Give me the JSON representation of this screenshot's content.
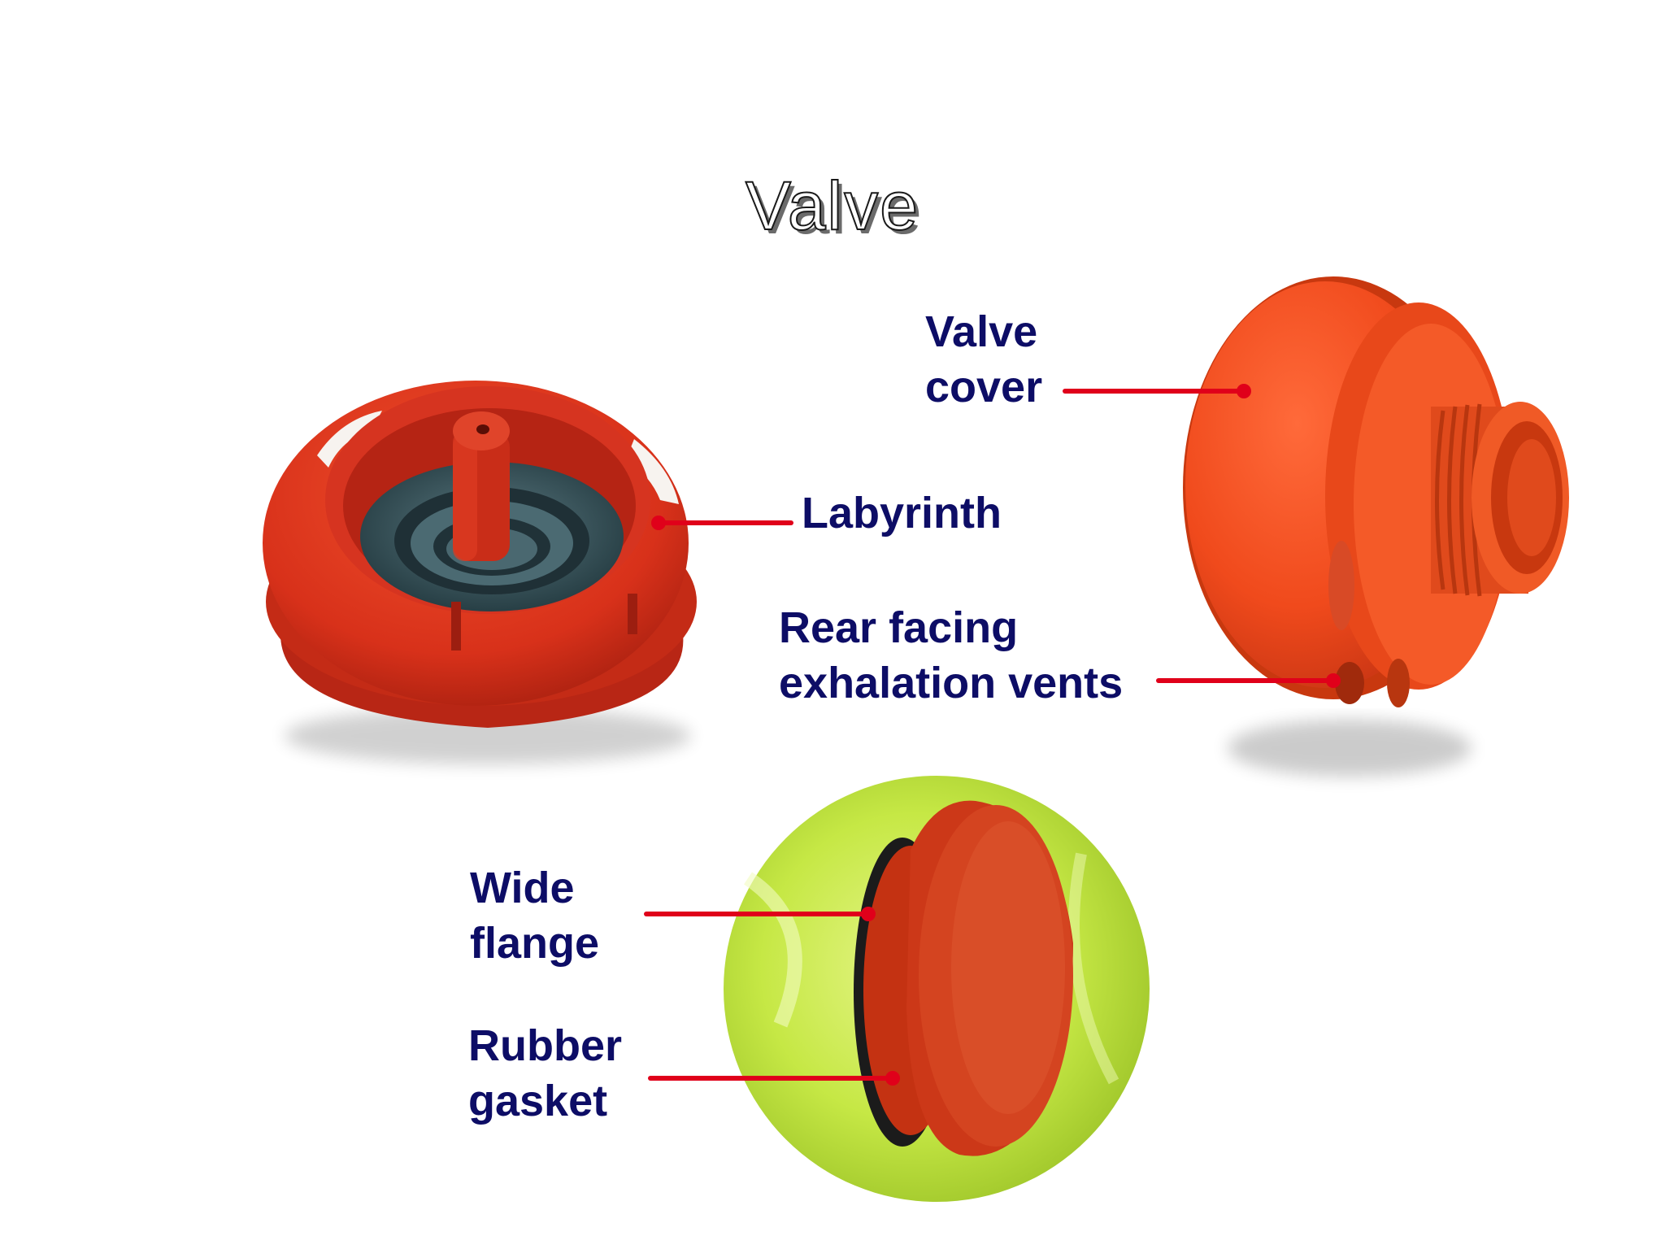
{
  "title": "Valve",
  "callouts": {
    "valve_cover": [
      "Valve",
      "cover"
    ],
    "labyrinth": [
      "Labyrinth"
    ],
    "rear_vents": [
      "Rear facing",
      "exhalation vents"
    ],
    "wide_flange": [
      "Wide",
      "flange"
    ],
    "rubber_gasket": [
      "Rubber",
      "gasket"
    ]
  },
  "colors": {
    "label_text": "#0d0d66",
    "leader_line": "#e0001a",
    "valve_red": "#e23a1c",
    "valve_orange": "#f2501e",
    "gasket_dark": "#2f4a52",
    "background_green": "#c9ea4a"
  }
}
